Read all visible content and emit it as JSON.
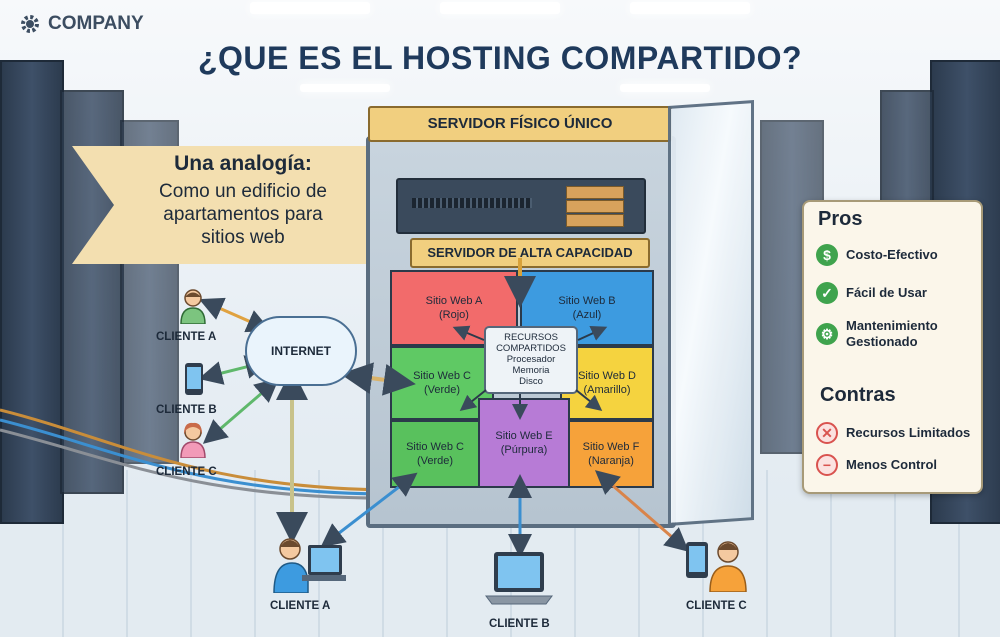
{
  "header": {
    "logo_text": "COMPANY",
    "title": "¿QUE ES EL HOSTING COMPARTIDO?"
  },
  "analogy": {
    "title": "Una analogía:",
    "text_lines": [
      "Como un edificio de",
      "apartamentos para",
      "sitios web"
    ]
  },
  "server": {
    "title": "SERVIDOR FÍSICO ÚNICO",
    "capacity_label": "SERVIDOR DE ALTA CAPACIDAD",
    "sites": [
      {
        "name": "Sitio Web A",
        "color_name": "(Rojo)",
        "color": "#f26b6b"
      },
      {
        "name": "Sitio Web B",
        "color_name": "(Azul)",
        "color": "#3d9be0"
      },
      {
        "name": "Sitio Web C",
        "color_name": "(Verde)",
        "color": "#5fc964"
      },
      {
        "name": "Sitio Web D",
        "color_name": "(Amarillo)",
        "color": "#f5d33f"
      },
      {
        "name": "Sitio Web C",
        "color_name": "(Verde)",
        "color": "#59c15d"
      },
      {
        "name": "Sitio Web E",
        "color_name": "(Púrpura)",
        "color": "#b77bd6"
      },
      {
        "name": "Sitio Web F",
        "color_name": "(Naranja)",
        "color": "#f6a23a"
      }
    ],
    "resources": [
      "RECURSOS",
      "COMPARTIDOS",
      "Procesador",
      "Memoria",
      "Disco"
    ]
  },
  "network": {
    "cloud_label": "INTERNET",
    "clients_left": [
      "CLIENTE A",
      "CLIENTE B",
      "CLIENTE C"
    ],
    "clients_bottom": [
      "CLIENTE A",
      "CLIENTE B",
      "CLIENTE C"
    ]
  },
  "card": {
    "pros_title": "Pros",
    "pros": [
      {
        "label": "Costo-Efectivo",
        "icon": "dollar-icon"
      },
      {
        "label": "Fácil de Usar",
        "icon": "check-icon"
      },
      {
        "label": "Mantenimiento Gestionado",
        "icon": "gear-check-icon"
      }
    ],
    "cons_title": "Contras",
    "cons": [
      {
        "label": "Recursos Limitados",
        "icon": "x-circle-icon"
      },
      {
        "label": "Menos Control",
        "icon": "minus-circle-icon"
      }
    ]
  },
  "colors": {
    "pro_green": "#3fa34d",
    "con_red": "#d9534f",
    "banner": "#f3dfb0",
    "title": "#1f3a5c"
  }
}
